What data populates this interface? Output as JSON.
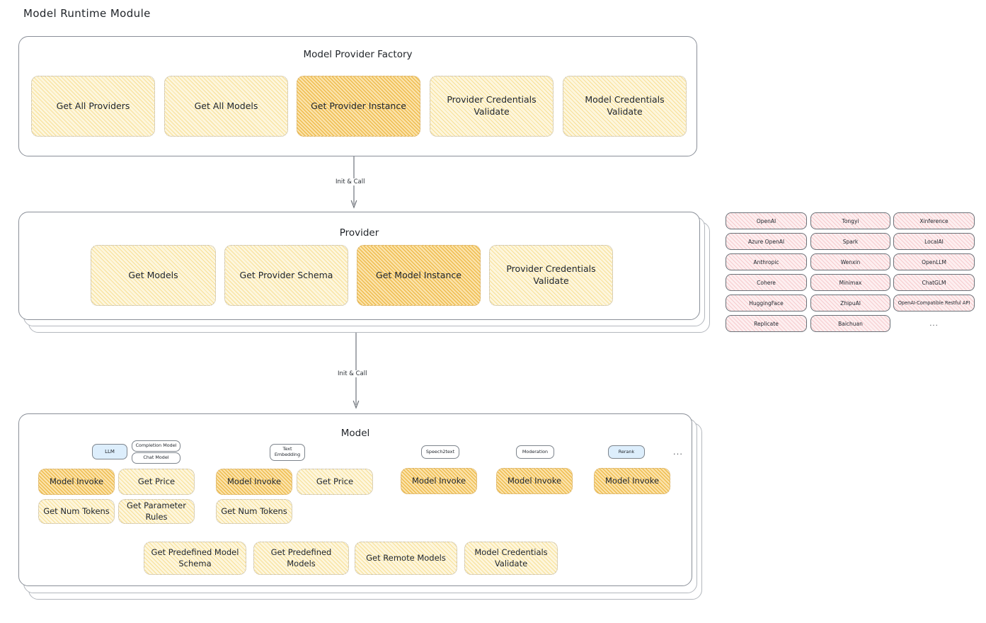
{
  "diagram": {
    "title": "Model Runtime Module",
    "type": "architecture-flow"
  },
  "factory": {
    "title": "Model Provider Factory",
    "boxes": [
      {
        "label": "Get All Providers",
        "highlighted": false
      },
      {
        "label": "Get All Models",
        "highlighted": false
      },
      {
        "label": "Get Provider Instance",
        "highlighted": true
      },
      {
        "label": "Provider Credentials Validate",
        "highlighted": false
      },
      {
        "label": "Model Credentials Validate",
        "highlighted": false
      }
    ]
  },
  "arrows": [
    {
      "label": "Init & Call",
      "from": "Model Provider Factory",
      "to": "Provider"
    },
    {
      "label": "Init & Call",
      "from": "Provider",
      "to": "Model"
    }
  ],
  "provider": {
    "title": "Provider",
    "boxes": [
      {
        "label": "Get Models",
        "highlighted": false
      },
      {
        "label": "Get Provider Schema",
        "highlighted": false
      },
      {
        "label": "Get Model Instance",
        "highlighted": true
      },
      {
        "label": "Provider Credentials Validate",
        "highlighted": false
      }
    ]
  },
  "provider_list": {
    "columns": [
      [
        "OpenAI",
        "Azure OpenAI",
        "Anthropic",
        "Cohere",
        "HuggingFace",
        "Replicate"
      ],
      [
        "Tongyi",
        "Spark",
        "Wenxin",
        "Minimax",
        "ZhipuAI",
        "Baichuan"
      ],
      [
        "Xinference",
        "LocalAI",
        "OpenLLM",
        "ChatGLM",
        "OpenAI-Compatible Restful API"
      ]
    ],
    "ellipsis": "..."
  },
  "model": {
    "title": "Model",
    "ellipsis": "...",
    "groups": [
      {
        "tag": "LLM",
        "tag_highlighted": true,
        "subtags": [
          "Completion Model",
          "Chat Model"
        ],
        "boxes": [
          {
            "label": "Model Invoke",
            "highlighted": true
          },
          {
            "label": "Get Price",
            "highlighted": false
          },
          {
            "label": "Get Num Tokens",
            "highlighted": false
          },
          {
            "label": "Get Parameter Rules",
            "highlighted": false
          }
        ]
      },
      {
        "tag": "Text Embedding",
        "tag_highlighted": false,
        "subtags": [],
        "boxes": [
          {
            "label": "Model Invoke",
            "highlighted": true
          },
          {
            "label": "Get Price",
            "highlighted": false
          },
          {
            "label": "Get Num Tokens",
            "highlighted": false
          }
        ]
      },
      {
        "tag": "Speech2text",
        "tag_highlighted": false,
        "subtags": [],
        "boxes": [
          {
            "label": "Model Invoke",
            "highlighted": true
          }
        ]
      },
      {
        "tag": "Moderation",
        "tag_highlighted": false,
        "subtags": [],
        "boxes": [
          {
            "label": "Model Invoke",
            "highlighted": true
          }
        ]
      },
      {
        "tag": "Rerank",
        "tag_highlighted": true,
        "subtags": [],
        "boxes": [
          {
            "label": "Model Invoke",
            "highlighted": true
          }
        ]
      }
    ],
    "shared_boxes": [
      {
        "label": "Get Predefined Model Schema"
      },
      {
        "label": "Get Predefined Models"
      },
      {
        "label": "Get Remote Models"
      },
      {
        "label": "Model Credentials Validate"
      }
    ]
  },
  "colors": {
    "box_light": "#fdf6dd",
    "box_dark": "#fbe3ab",
    "chip_pink": "#fdeff0",
    "tag_blue": "#ddeefc",
    "panel_border": "#8a8f98",
    "text": "#1f2328"
  }
}
